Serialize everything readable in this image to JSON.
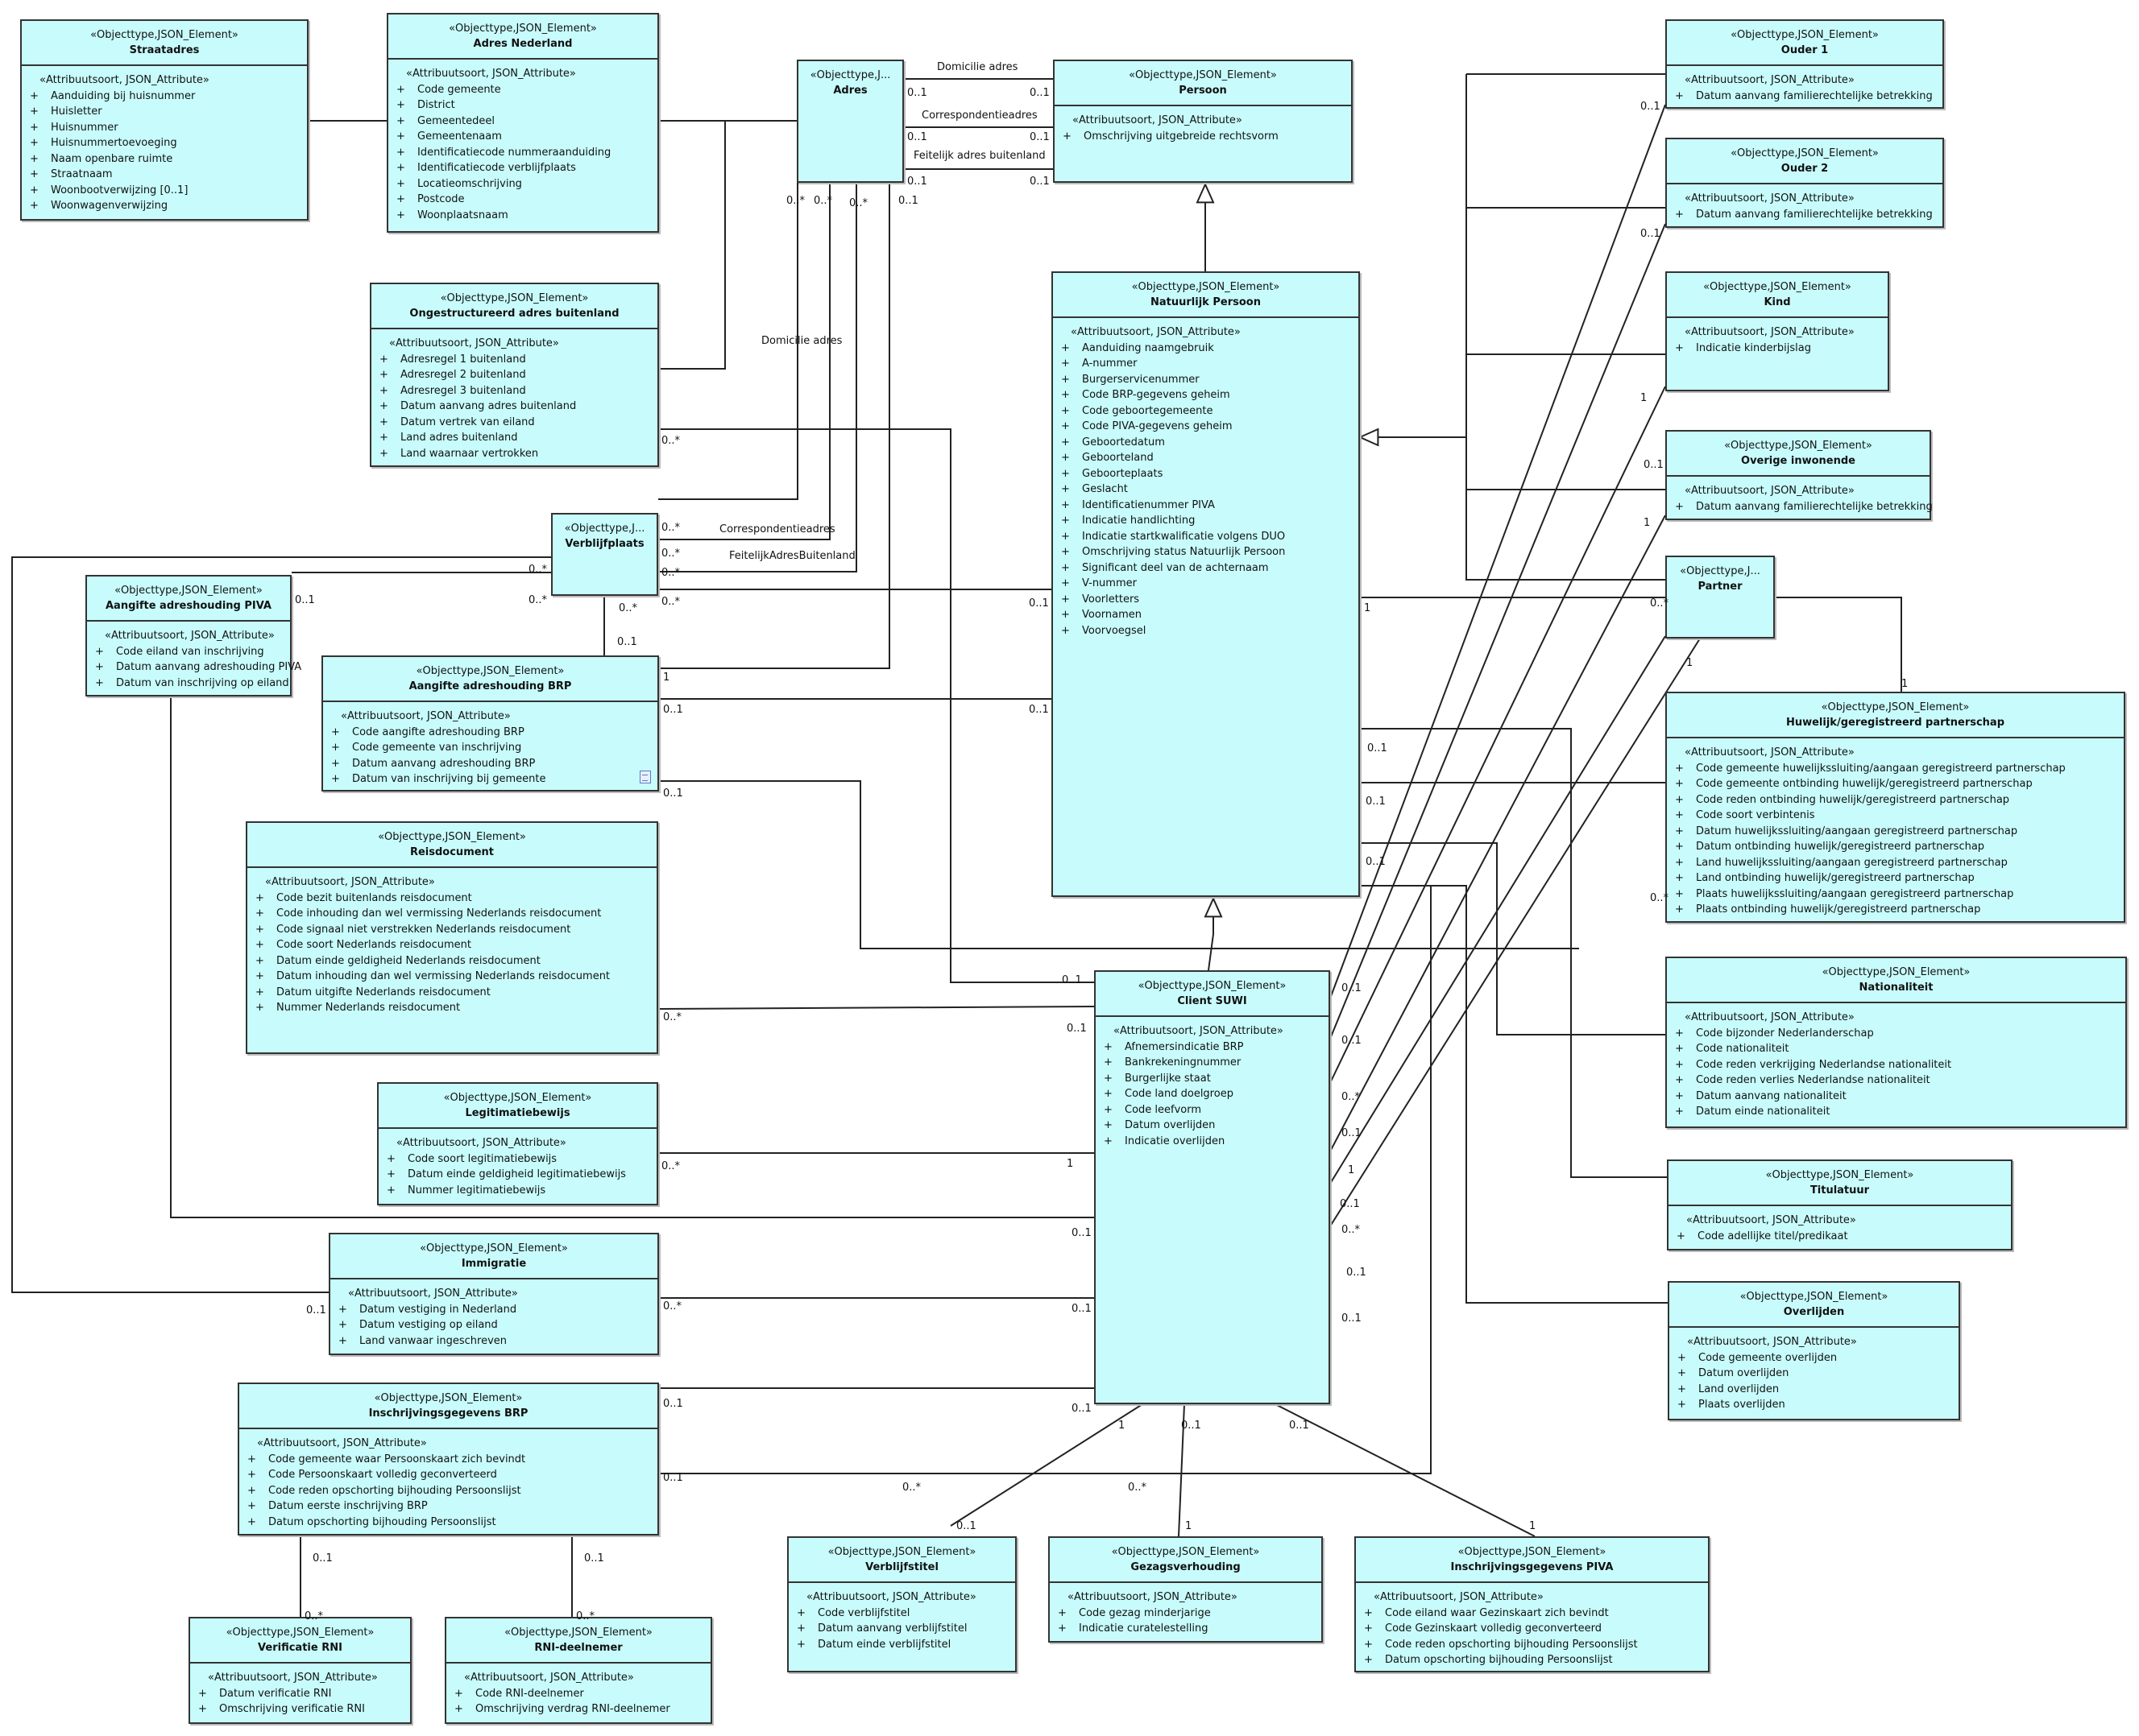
{
  "stereotypes": {
    "element": "«Objecttype,JSON_Element»",
    "element_short": "«Objecttype,J...",
    "attribute": "«Attribuutsoort, JSON_Attribute»",
    "plus": "+"
  },
  "classes": [
    {
      "id": "straatadres",
      "name": "Straatadres",
      "attributes": [
        "Aanduiding bij huisnummer",
        "Huisletter",
        "Huisnummer",
        "Huisnummertoevoeging",
        "Naam openbare ruimte",
        "Straatnaam",
        "Woonbootverwijzing [0..1]",
        "Woonwagenverwijzing"
      ]
    },
    {
      "id": "adres-nederland",
      "name": "Adres Nederland",
      "attributes": [
        "Code gemeente",
        "District",
        "Gemeentedeel",
        "Gemeentenaam",
        "Identificatiecode nummeraanduiding",
        "Identificatiecode verblijfplaats",
        "Locatieomschrijving",
        "Postcode",
        "Woonplaatsnaam"
      ]
    },
    {
      "id": "adres",
      "name": "Adres",
      "short": true,
      "attributes": []
    },
    {
      "id": "persoon",
      "name": "Persoon",
      "attributes": [
        "Omschrijving uitgebreide rechtsvorm"
      ]
    },
    {
      "id": "ongestructureerd-adres-buitenland",
      "name": "Ongestructureerd adres buitenland",
      "attributes": [
        "Adresregel 1 buitenland",
        "Adresregel 2 buitenland",
        "Adresregel 3 buitenland",
        "Datum aanvang adres buitenland",
        "Datum vertrek van eiland",
        "Land adres buitenland",
        "Land waarnaar vertrokken"
      ]
    },
    {
      "id": "natuurlijk-persoon",
      "name": "Natuurlijk Persoon",
      "attributes": [
        "Aanduiding naamgebruik",
        "A-nummer",
        "Burgerservicenummer",
        "Code BRP-gegevens geheim",
        "Code geboortegemeente",
        "Code PIVA-gegevens geheim",
        "Geboortedatum",
        "Geboorteland",
        "Geboorteplaats",
        "Geslacht",
        "Identificatienummer PIVA",
        "Indicatie handlichting",
        "Indicatie startkwalificatie volgens DUO",
        "Omschrijving status Natuurlijk Persoon",
        "Significant deel van de achternaam",
        "V-nummer",
        "Voorletters",
        "Voornamen",
        "Voorvoegsel"
      ]
    },
    {
      "id": "verblijfplaats",
      "name": "Verblijfplaats",
      "short": true,
      "attributes": []
    },
    {
      "id": "aangifte-adreshouding-piva",
      "name": "Aangifte adreshouding PIVA",
      "attributes": [
        "Code eiland van inschrijving",
        "Datum aanvang adreshouding PIVA",
        "Datum van inschrijving op eiland"
      ]
    },
    {
      "id": "aangifte-adreshouding-brp",
      "name": "Aangifte adreshouding BRP",
      "note": true,
      "attributes": [
        "Code aangifte adreshouding BRP",
        "Code gemeente van inschrijving",
        "Datum aanvang adreshouding BRP",
        "Datum van inschrijving bij gemeente"
      ]
    },
    {
      "id": "reisdocument",
      "name": "Reisdocument",
      "attributes": [
        "Code bezit buitenlands reisdocument",
        "Code inhouding dan wel vermissing Nederlands reisdocument",
        "Code signaal niet verstrekken Nederlands reisdocument",
        "Code soort Nederlands reisdocument",
        "Datum einde geldigheid Nederlands reisdocument",
        "Datum inhouding dan wel vermissing Nederlands reisdocument",
        "Datum uitgifte Nederlands reisdocument",
        "Nummer Nederlands reisdocument"
      ]
    },
    {
      "id": "legitimatiebewijs",
      "name": "Legitimatiebewijs",
      "attributes": [
        "Code soort legitimatiebewijs",
        "Datum einde geldigheid legitimatiebewijs",
        "Nummer legitimatiebewijs"
      ]
    },
    {
      "id": "immigratie",
      "name": "Immigratie",
      "attributes": [
        "Datum vestiging in Nederland",
        "Datum vestiging op eiland",
        "Land vanwaar ingeschreven"
      ]
    },
    {
      "id": "inschrijvingsgegevens-brp",
      "name": "Inschrijvingsgegevens BRP",
      "attributes": [
        "Code gemeente waar Persoonskaart zich bevindt",
        "Code Persoonskaart volledig geconverteerd",
        "Code reden opschorting bijhouding Persoonslijst",
        "Datum eerste inschrijving BRP",
        "Datum opschorting bijhouding Persoonslijst"
      ]
    },
    {
      "id": "verificatie-rni",
      "name": "Verificatie RNI",
      "attributes": [
        "Datum verificatie RNI",
        "Omschrijving verificatie RNI"
      ]
    },
    {
      "id": "rni-deelnemer",
      "name": "RNI-deelnemer",
      "attributes": [
        "Code RNI-deelnemer",
        "Omschrijving verdrag RNI-deelnemer"
      ]
    },
    {
      "id": "verblijfstitel",
      "name": "Verblijfstitel",
      "attributes": [
        "Code verblijfstitel",
        "Datum aanvang verblijfstitel",
        "Datum einde verblijfstitel"
      ]
    },
    {
      "id": "gezagsverhouding",
      "name": "Gezagsverhouding",
      "attributes": [
        "Code gezag minderjarige",
        "Indicatie curatelestelling"
      ]
    },
    {
      "id": "inschrijvingsgegevens-piva",
      "name": "Inschrijvingsgegevens PIVA",
      "attributes": [
        "Code eiland waar Gezinskaart zich bevindt",
        "Code Gezinskaart volledig geconverteerd",
        "Code reden opschorting bijhouding Persoonslijst",
        "Datum opschorting bijhouding Persoonslijst"
      ]
    },
    {
      "id": "client-suwi",
      "name": "Client SUWI",
      "attributes": [
        "Afnemersindicatie BRP",
        "Bankrekeningnummer",
        "Burgerlijke staat",
        "Code land doelgroep",
        "Code leefvorm",
        "Datum overlijden",
        "Indicatie overlijden"
      ]
    },
    {
      "id": "ouder-1",
      "name": "Ouder 1",
      "attributes": [
        "Datum aanvang familierechtelijke betrekking"
      ]
    },
    {
      "id": "ouder-2",
      "name": "Ouder 2",
      "attributes": [
        "Datum aanvang familierechtelijke betrekking"
      ]
    },
    {
      "id": "kind",
      "name": "Kind",
      "attributes": [
        "Indicatie kinderbijslag"
      ]
    },
    {
      "id": "overige-inwonende",
      "name": "Overige inwonende",
      "attributes": [
        "Datum aanvang familierechtelijke betrekking"
      ]
    },
    {
      "id": "partner",
      "name": "Partner",
      "short": true,
      "attributes": []
    },
    {
      "id": "huwelijk",
      "name": "Huwelijk/geregistreerd partnerschap",
      "attributes": [
        "Code gemeente huwelijkssluiting/aangaan geregistreerd partnerschap",
        "Code gemeente ontbinding huwelijk/geregistreerd partnerschap",
        "Code reden ontbinding huwelijk/geregistreerd partnerschap",
        "Code soort verbintenis",
        "Datum huwelijkssluiting/aangaan geregistreerd partnerschap",
        "Datum ontbinding huwelijk/geregistreerd partnerschap",
        "Land huwelijkssluiting/aangaan geregistreerd partnerschap",
        "Land ontbinding huwelijk/geregistreerd partnerschap",
        "Plaats huwelijkssluiting/aangaan geregistreerd partnerschap",
        "Plaats ontbinding huwelijk/geregistreerd partnerschap"
      ]
    },
    {
      "id": "nationaliteit",
      "name": "Nationaliteit",
      "attributes": [
        "Code bijzonder Nederlanderschap",
        "Code nationaliteit",
        "Code reden verkrijging Nederlandse nationaliteit",
        "Code reden verlies Nederlandse nationaliteit",
        "Datum aanvang nationaliteit",
        "Datum einde nationaliteit"
      ]
    },
    {
      "id": "titulatuur",
      "name": "Titulatuur",
      "attributes": [
        "Code adellijke titel/predikaat"
      ]
    },
    {
      "id": "overlijden",
      "name": "Overlijden",
      "attributes": [
        "Code gemeente overlijden",
        "Datum overlijden",
        "Land overlijden",
        "Plaats overlijden"
      ]
    }
  ],
  "association_labels": [
    "Domicilie adres",
    "Correspondentieadres",
    "Feitelijk adres buitenland",
    "Domicilie adres",
    "Correspondentieadres",
    "FeitelijkAdresBuitenland"
  ],
  "multiplicities": [
    "0..1",
    "0..1",
    "0..1",
    "0..1",
    "0..1",
    "0..1",
    "0..*",
    "0..*",
    "0..*",
    "0..1",
    "0..*",
    "0..*",
    "0..*",
    "0..*",
    "0..*",
    "0..*",
    "0..1",
    "0..*",
    "0..*",
    "0..1",
    "1",
    "0..1",
    "0..1",
    "0..1",
    "0..1",
    "0..*",
    "0..1",
    "1",
    "0..1",
    "0..1",
    "0..*",
    "0..1",
    "0..*",
    "0..1",
    "0..1",
    "0..1",
    "0..1",
    "0..*",
    "0..*",
    "1",
    "0..1",
    "0..1",
    "0..1",
    "0..*",
    "0..*",
    "0..1",
    "0..1",
    "1",
    "0..1",
    "1",
    "1",
    "1",
    "0..1",
    "0..1",
    "0..*",
    "1",
    "0..1",
    "0..1",
    "0..1",
    "0..1",
    "0..*",
    "0..1",
    "0..1",
    "0..*",
    "0..*",
    "1",
    "0..1",
    "0..1",
    "0..1",
    "1",
    "1"
  ]
}
